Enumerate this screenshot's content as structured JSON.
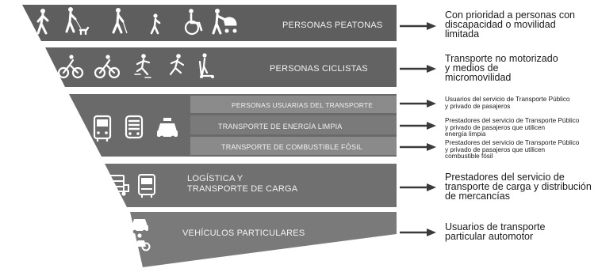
{
  "colors": {
    "band_dark": "#5c5c5c",
    "band_mid": "#767676",
    "band_light": "#9a9a9a",
    "icon": "#ffffff",
    "arrow": "#3a3a3a",
    "text": "#1a1a1a"
  },
  "levels": [
    {
      "band_label": "PERSONAS PEATONAS",
      "icons": [
        "pedestrian-icon",
        "pedestrian-with-dog-icon",
        "pedestrian-with-cane-icon",
        "child-walking-icon",
        "wheelchair-icon",
        "person-with-stroller-icon"
      ],
      "description": [
        "Con prioridad a personas con",
        "discapacidad o movilidad",
        "limitada"
      ]
    },
    {
      "band_label": "PERSONAS CICLISTAS",
      "icons": [
        "cyclist-icon",
        "cyclist-icon",
        "skater-icon",
        "runner-icon",
        "scooter-icon"
      ],
      "description": [
        "Transporte no motorizado",
        "y medios de",
        "micromovilidad"
      ]
    },
    {
      "icons": [
        "bus-icon",
        "train-icon",
        "taxi-icon"
      ],
      "sublevels": [
        {
          "band_label": "PERSONAS USUARIAS DEL TRANSPORTE",
          "description": [
            "Usuarios del servicio de Transporte Público",
            "y privado de pasajeros"
          ]
        },
        {
          "band_label": "TRANSPORTE DE ENERGÍA LIMPIA",
          "description": [
            "Prestadores del servicio de Transporte Público",
            "y privado de pasajeros que utilicen",
            "energía limpia"
          ]
        },
        {
          "band_label": "TRANSPORTE DE COMBUSTIBLE FÓSIL",
          "description": [
            "Prestadores del servicio de Transporte Público",
            "y privado de pasajeros que utilicen",
            "combustible fósil"
          ]
        }
      ]
    },
    {
      "band_label": [
        "LOGÍSTICA Y",
        "TRANSPORTE DE CARGA"
      ],
      "icons": [
        "cargo-truck-icon",
        "delivery-van-icon"
      ],
      "description": [
        "Prestadores del servicio de",
        "transporte de carga y distribución",
        "de mercancías"
      ]
    },
    {
      "band_label": "VEHÍCULOS PARTICULARES",
      "icons": [
        "car-icon",
        "motorcycle-icon"
      ],
      "description": [
        "Usuarios de transporte",
        "particular automotor"
      ]
    }
  ]
}
